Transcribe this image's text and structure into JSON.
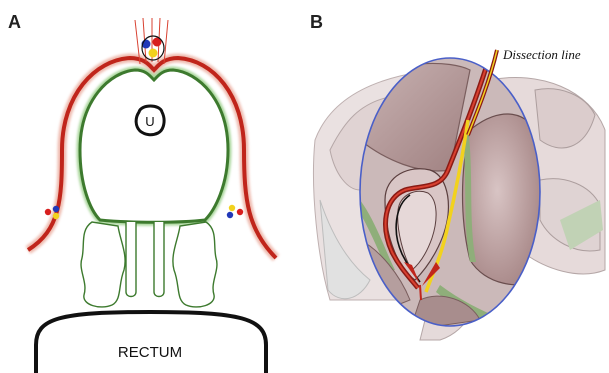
{
  "panels": [
    {
      "letter": "A"
    },
    {
      "letter": "B"
    }
  ],
  "panel_a": {
    "urethra_label": "U",
    "rectum_label": "RECTUM"
  },
  "panel_b": {
    "dissection_label": "Dissection line"
  },
  "colors": {
    "fascia_red": "#c0251b",
    "capsule_green": "#3d7a2e",
    "artery_red": "#d81e1e",
    "nerve_yellow": "#f2d21e",
    "vein_blue": "#2138b8",
    "focus_ellipse": "#4a5fc8",
    "tissue_pink": "#b89a9a"
  },
  "icons": [
    "neurovascular-bundle-icon",
    "dissection-line-arrow-icon"
  ]
}
